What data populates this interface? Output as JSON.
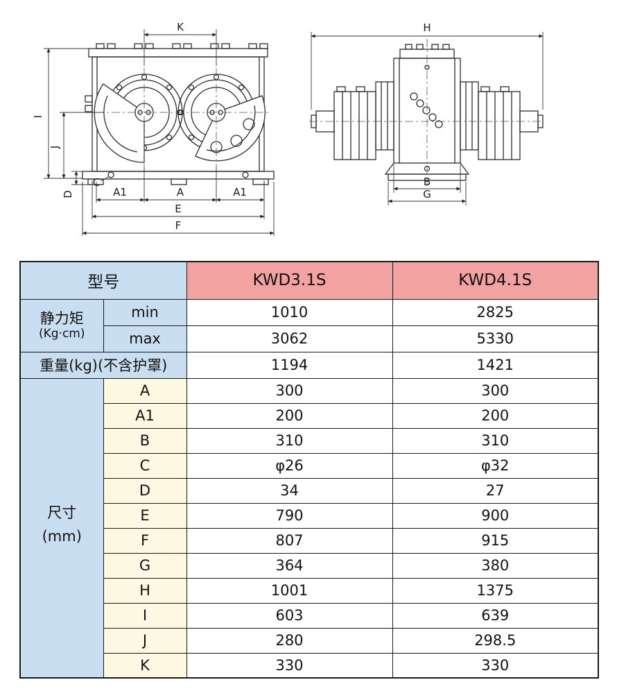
{
  "colors": {
    "blue": "#c9dff1",
    "pink": "#f1a2a1",
    "yellow": "#fcf8e2",
    "border": "#1a1a1a"
  },
  "drawings": {
    "front_view": {
      "dims": {
        "k": "K",
        "i": "I",
        "j": "J",
        "d": "D",
        "c": "C",
        "a1_left": "A1",
        "a": "A",
        "a1_right": "A1",
        "e": "E",
        "f": "F"
      }
    },
    "side_view": {
      "dims": {
        "h": "H",
        "b": "B",
        "g": "G"
      }
    }
  },
  "table": {
    "header": {
      "model_label": "型号",
      "model_1": "KWD3.1S",
      "model_2": "KWD4.1S"
    },
    "static_moment": {
      "label": "静力矩",
      "unit": "(Kg·cm)",
      "rows": [
        {
          "name": "min",
          "m1": "1010",
          "m2": "2825"
        },
        {
          "name": "max",
          "m1": "3062",
          "m2": "5330"
        }
      ]
    },
    "weight": {
      "label": "重量(kg)(不含护罩)",
      "m1": "1194",
      "m2": "1421"
    },
    "dimensions": {
      "label": "尺寸",
      "unit": "(mm)",
      "rows": [
        {
          "name": "A",
          "m1": "300",
          "m2": "300"
        },
        {
          "name": "A1",
          "m1": "200",
          "m2": "200"
        },
        {
          "name": "B",
          "m1": "310",
          "m2": "310"
        },
        {
          "name": "C",
          "m1": "φ26",
          "m2": "φ32"
        },
        {
          "name": "D",
          "m1": "34",
          "m2": "27"
        },
        {
          "name": "E",
          "m1": "790",
          "m2": "900"
        },
        {
          "name": "F",
          "m1": "807",
          "m2": "915"
        },
        {
          "name": "G",
          "m1": "364",
          "m2": "380"
        },
        {
          "name": "H",
          "m1": "1001",
          "m2": "1375"
        },
        {
          "name": "I",
          "m1": "603",
          "m2": "639"
        },
        {
          "name": "J",
          "m1": "280",
          "m2": "298.5"
        },
        {
          "name": "K",
          "m1": "330",
          "m2": "330"
        }
      ]
    }
  }
}
